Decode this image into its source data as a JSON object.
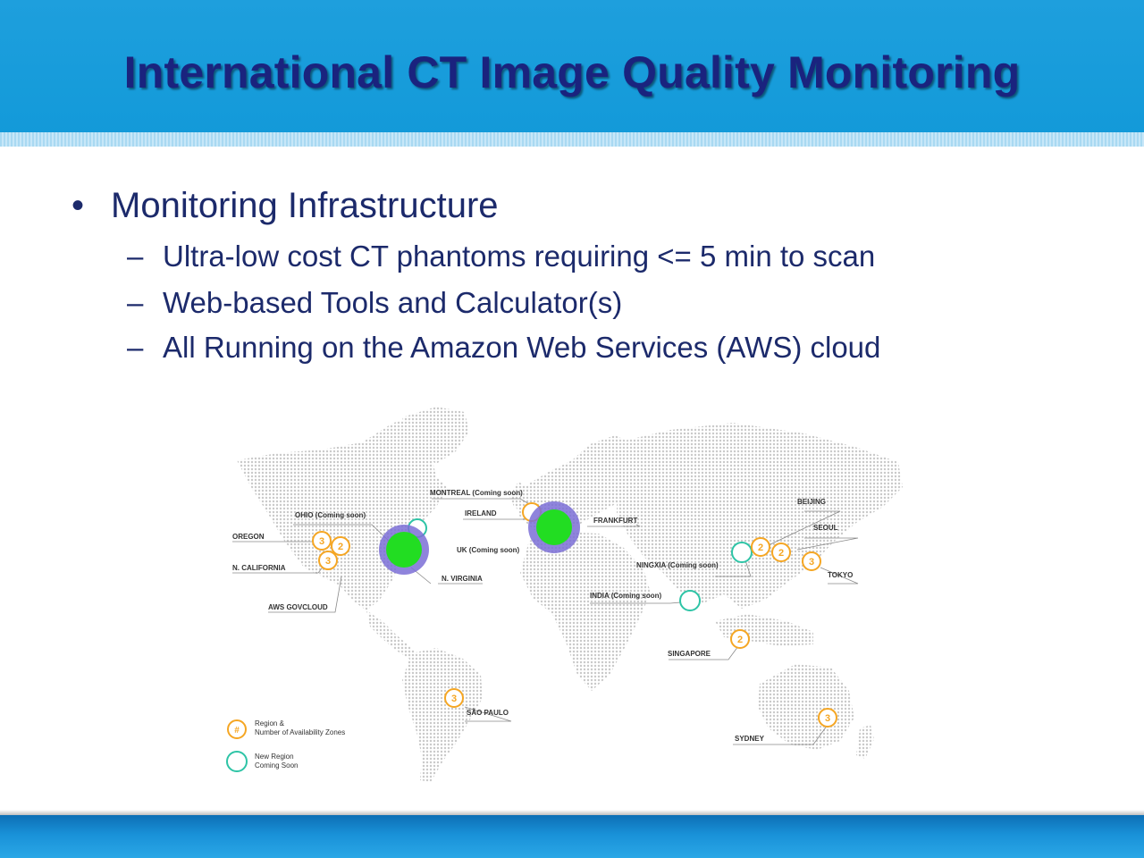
{
  "slide": {
    "title": "International CT Image Quality Monitoring",
    "bullet": "Monitoring Infrastructure",
    "bullet_marker": "•",
    "sub_marker": "–",
    "subbullets": [
      "Ultra-low cost CT phantoms requiring <= 5 min to scan",
      "Web-based Tools and Calculator(s)",
      "All Running on the Amazon Web Services (AWS) cloud"
    ]
  },
  "colors": {
    "title": "#1a237e",
    "header": "#1e9fdd",
    "region_ring": "#f5a623",
    "coming_soon_ring": "#2ec4a6",
    "highlight_fill": "#22dd22",
    "highlight_ring": "#7b6fd6"
  },
  "map": {
    "labels": {
      "montreal": "MONTREAL (Coming soon)",
      "ohio": "OHIO (Coming soon)",
      "oregon": "OREGON",
      "n_california": "N. CALIFORNIA",
      "aws_govcloud": "AWS GOVCLOUD",
      "n_virginia": "N. VIRGINIA",
      "ireland": "IRELAND",
      "uk": "UK (Coming soon)",
      "frankfurt": "FRANKFURT",
      "beijing": "BEIJING",
      "seoul": "SEOUL",
      "tokyo": "TOKYO",
      "ningxia": "NINGXIA (Coming soon)",
      "india": "INDIA (Coming soon)",
      "singapore": "SINGAPORE",
      "sao_paulo": "SÃO PAULO",
      "sydney": "SYDNEY"
    },
    "zones": {
      "oregon": "3",
      "ohio": "2",
      "n_california": "3",
      "beijing": "2",
      "seoul": "2",
      "tokyo": "3",
      "singapore": "2",
      "sao_paulo": "3",
      "sydney": "3"
    },
    "legend": {
      "region_symbol": "#",
      "region_line1": "Region &",
      "region_line2": "Number of Availability Zones",
      "new_line1": "New Region",
      "new_line2": "Coming Soon"
    }
  }
}
